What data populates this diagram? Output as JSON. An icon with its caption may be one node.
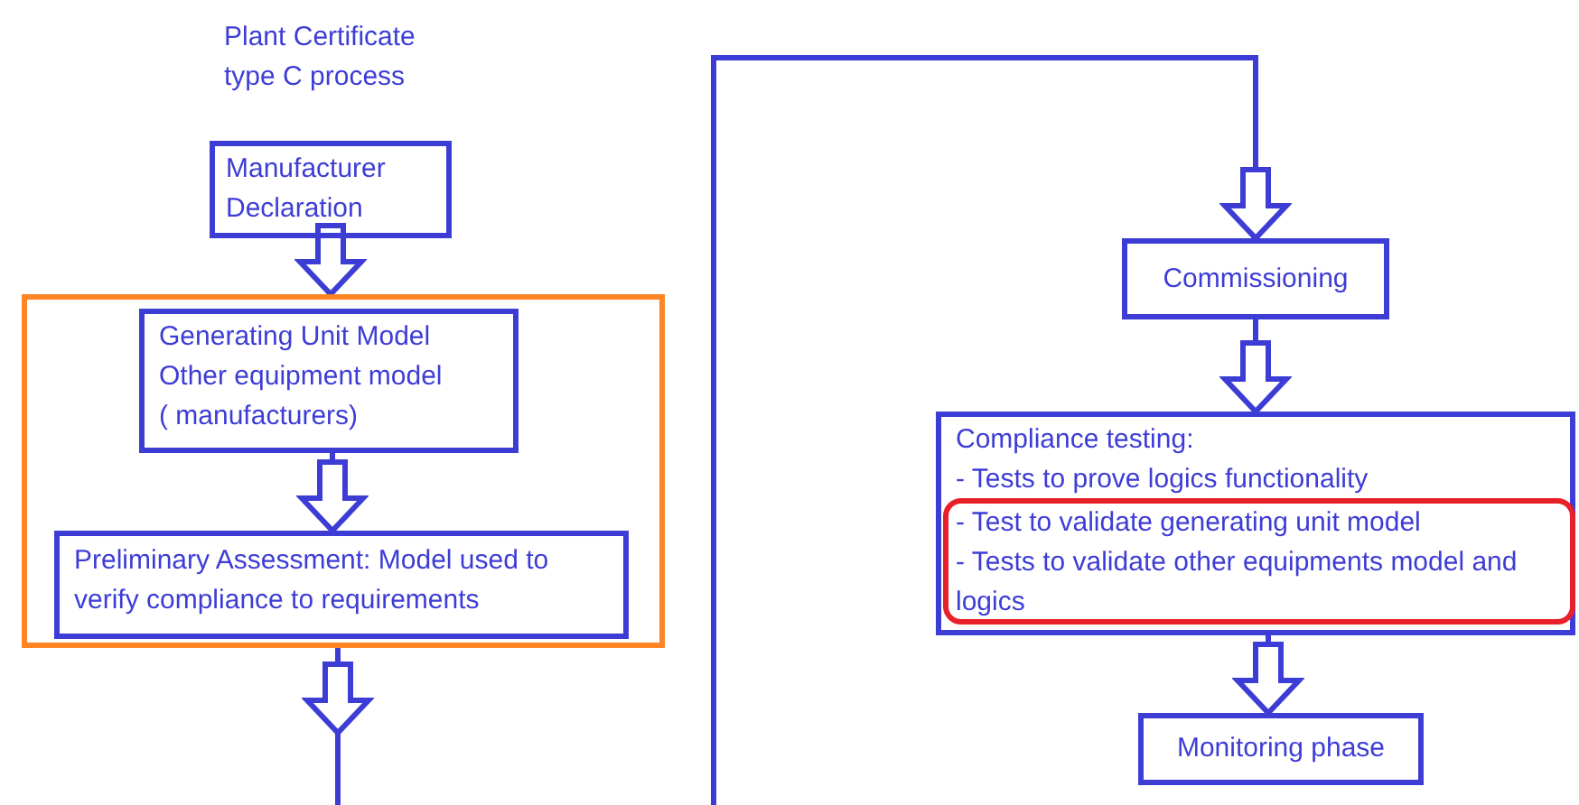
{
  "diagram": {
    "title": "Plant Certificate type C process",
    "nodes": [
      {
        "text": [
          "Manufacturer Declaration"
        ]
      },
      {
        "text": [],
        "shape": "box"
      },
      {
        "text": [
          "Generating Unit Model",
          "Other equipment model",
          "( manufacturers)"
        ],
        "in": 1
      },
      {
        "text": [
          "Preliminary Assessment: Model used to verify compliance to requirements"
        ],
        "in": 1
      },
      {
        "text": [
          "Commissioning"
        ]
      },
      {
        "text": [
          "Compliance testing:",
          "- Tests to prove logics functionality"
        ]
      },
      {
        "text": [
          "- Test to validate generating unit model",
          "- Tests to validate other equipments model and logics"
        ],
        "in": 5
      },
      {
        "text": [
          "Monitoring phase"
        ]
      }
    ],
    "edges": [
      {
        "from": 0,
        "to": 1,
        "arrow": "to"
      },
      {
        "from": 2,
        "to": 3,
        "arrow": "to"
      },
      {
        "from": 1,
        "to": null,
        "arrow": "to"
      },
      {
        "from": null,
        "to": 4,
        "arrow": "to"
      },
      {
        "from": 4,
        "to": 5,
        "arrow": "to"
      },
      {
        "from": 5,
        "to": 7,
        "arrow": "to"
      }
    ]
  }
}
